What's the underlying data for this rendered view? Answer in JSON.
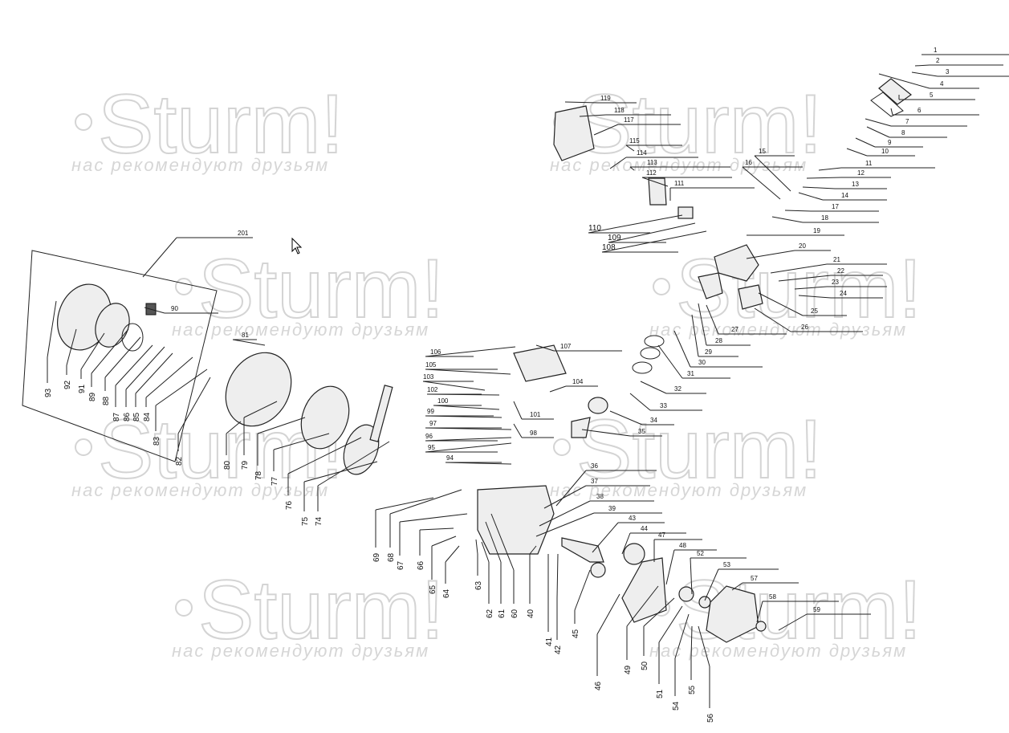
{
  "watermark": {
    "brand": "Sturm!",
    "slogan": "нас рекомендуют друзьям"
  },
  "callouts": [
    "1",
    "2",
    "3",
    "4",
    "5",
    "6",
    "7",
    "8",
    "9",
    "10",
    "11",
    "12",
    "13",
    "14",
    "15",
    "16",
    "17",
    "18",
    "19",
    "20",
    "21",
    "22",
    "23",
    "24",
    "25",
    "26",
    "27",
    "28",
    "29",
    "30",
    "31",
    "32",
    "33",
    "34",
    "35",
    "36",
    "37",
    "38",
    "39",
    "40",
    "41",
    "42",
    "43",
    "44",
    "45",
    "46",
    "47",
    "48",
    "49",
    "50",
    "51",
    "52",
    "53",
    "54",
    "55",
    "56",
    "57",
    "58",
    "59",
    "60",
    "61",
    "62",
    "63",
    "64",
    "65",
    "66",
    "67",
    "68",
    "69",
    "74",
    "75",
    "76",
    "77",
    "78",
    "79",
    "80",
    "81",
    "82",
    "83",
    "84",
    "85",
    "86",
    "87",
    "88",
    "89",
    "90",
    "91",
    "92",
    "93",
    "94",
    "95",
    "96",
    "97",
    "98",
    "99",
    "100",
    "101",
    "102",
    "103",
    "104",
    "105",
    "106",
    "107",
    "108",
    "109",
    "110",
    "111",
    "112",
    "113",
    "114",
    "115",
    "117",
    "118",
    "119",
    "201"
  ]
}
